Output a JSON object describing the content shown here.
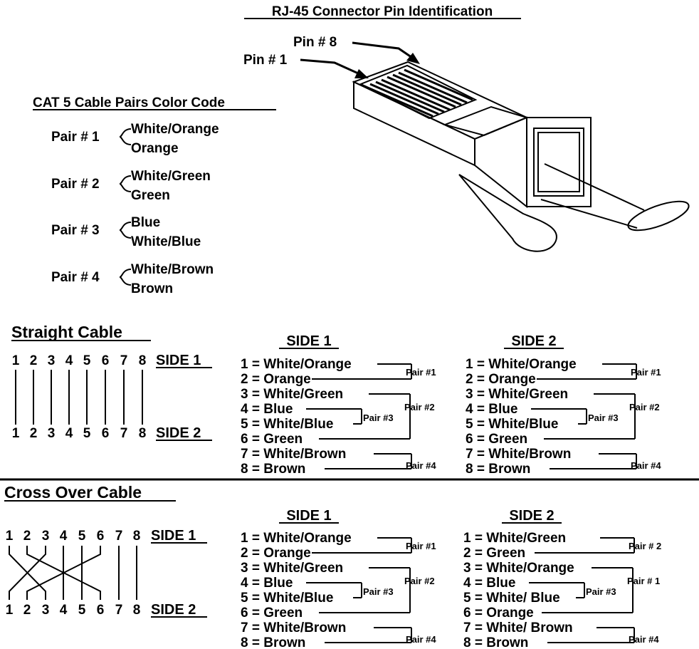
{
  "title": "RJ-45 Connector Pin Identification",
  "connector": {
    "pin8_label": "Pin # 8",
    "pin1_label": "Pin # 1"
  },
  "color_code": {
    "heading": "CAT 5 Cable Pairs Color Code",
    "pairs": [
      {
        "label": "Pair # 1",
        "wires": [
          "White/Orange",
          "Orange"
        ]
      },
      {
        "label": "Pair # 2",
        "wires": [
          "White/Green",
          "Green"
        ]
      },
      {
        "label": "Pair # 3",
        "wires": [
          "Blue",
          "White/Blue"
        ]
      },
      {
        "label": "Pair # 4",
        "wires": [
          "White/Brown",
          "Brown"
        ]
      }
    ]
  },
  "straight": {
    "heading": "Straight Cable",
    "pins": [
      "1",
      "2",
      "3",
      "4",
      "5",
      "6",
      "7",
      "8"
    ],
    "side1_label": "SIDE 1",
    "side2_label": "SIDE 2",
    "left_table": {
      "heading": "SIDE 1",
      "rows": [
        "1 = White/Orange",
        "2 = Orange",
        "3 = White/Green",
        "4 = Blue",
        "5 = White/Blue",
        "6 = Green",
        "7 = White/Brown",
        "8 = Brown"
      ],
      "pair_labels": [
        "Pair #1",
        "Pair #2",
        "Pair #3",
        "Pair #4"
      ]
    },
    "right_table": {
      "heading": "SIDE 2",
      "rows": [
        "1 = White/Orange",
        "2 = Orange",
        "3 = White/Green",
        "4 = Blue",
        "5 = White/Blue",
        "6 = Green",
        "7 = White/Brown",
        "8 = Brown"
      ],
      "pair_labels": [
        "Pair #1",
        "Pair #2",
        "Pair #3",
        "Pair #4"
      ]
    }
  },
  "cross": {
    "heading": "Cross Over Cable",
    "pins": [
      "1",
      "2",
      "3",
      "4",
      "5",
      "6",
      "7",
      "8"
    ],
    "side1_label": "SIDE 1",
    "side2_label": "SIDE 2",
    "left_table": {
      "heading": "SIDE 1",
      "rows": [
        "1 = White/Orange",
        "2 = Orange",
        "3 = White/Green",
        "4 = Blue",
        "5 = White/Blue",
        "6 = Green",
        "7 = White/Brown",
        "8 = Brown"
      ],
      "pair_labels": [
        "Pair #1",
        "Pair #2",
        "Pair #3",
        "Pair #4"
      ]
    },
    "right_table": {
      "heading": "SIDE 2",
      "rows": [
        "1 = White/Green",
        "2 = Green",
        "3 = White/Orange",
        "4 = Blue",
        "5 = White/ Blue",
        "6 = Orange",
        "7 = White/ Brown",
        "8 = Brown"
      ],
      "pair_labels": [
        "Pair # 2",
        "Pair # 1",
        "Pair #3",
        "Pair #4"
      ]
    }
  }
}
